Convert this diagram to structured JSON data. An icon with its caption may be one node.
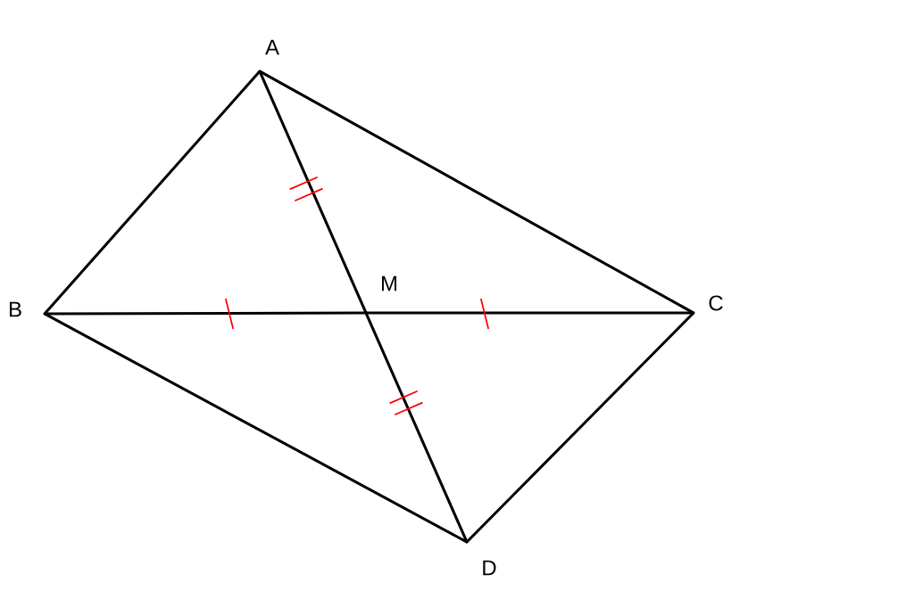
{
  "diagram": {
    "nodes": [
      {
        "text": [
          "A"
        ]
      },
      {
        "text": [
          "B"
        ]
      },
      {
        "text": [
          "C"
        ]
      },
      {
        "text": [
          "D"
        ]
      },
      {
        "text": [
          "M"
        ]
      }
    ],
    "edges": [
      {
        "from": 0,
        "to": 1,
        "arrow": "none"
      },
      {
        "from": 0,
        "to": 2,
        "arrow": "none"
      },
      {
        "from": 1,
        "to": 4,
        "arrow": "none"
      },
      {
        "from": 4,
        "to": 2,
        "arrow": "none"
      },
      {
        "from": 0,
        "to": 4,
        "arrow": "none"
      },
      {
        "from": 4,
        "to": 3,
        "arrow": "none"
      },
      {
        "from": 1,
        "to": 3,
        "arrow": "none"
      },
      {
        "from": 2,
        "to": 3,
        "arrow": "none"
      }
    ]
  }
}
